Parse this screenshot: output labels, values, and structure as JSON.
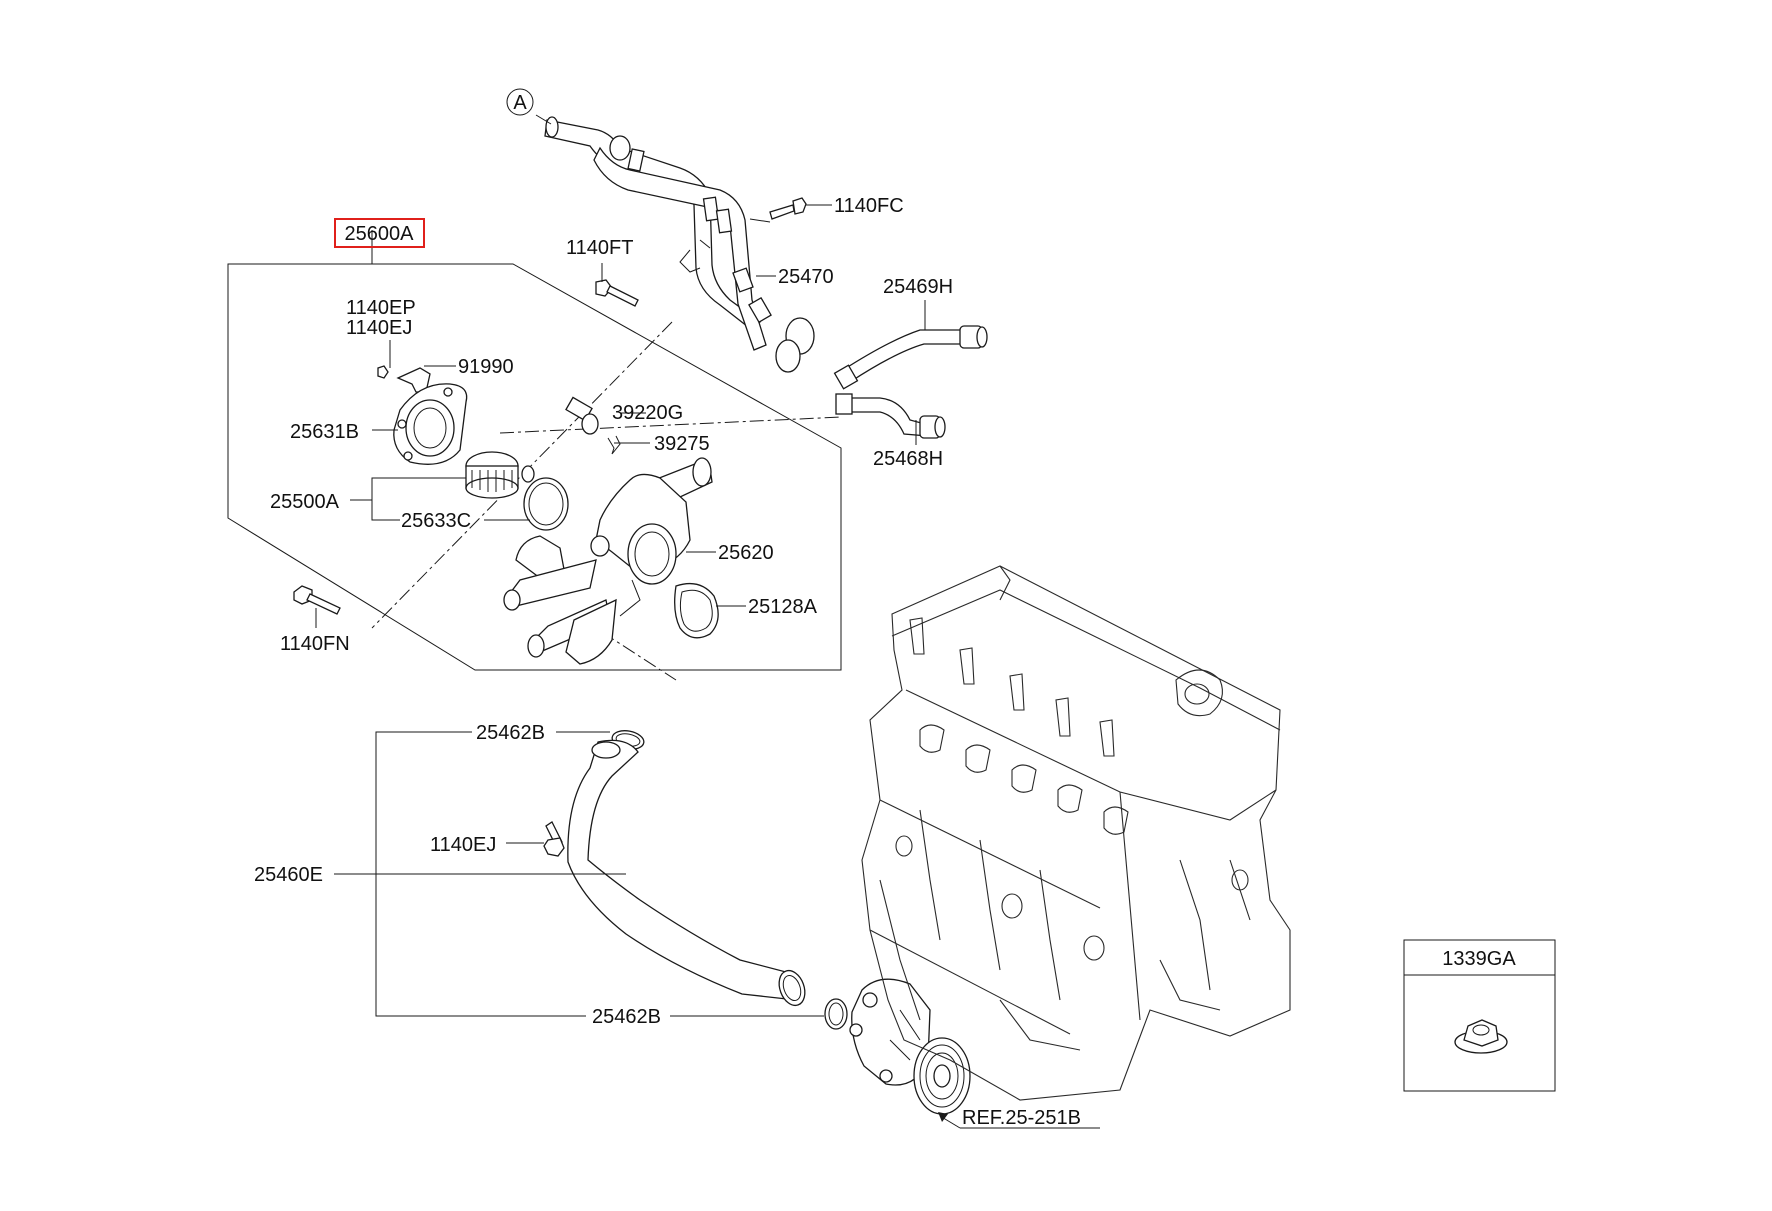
{
  "labels": {
    "callout_a": "A",
    "p25600a": "25600A",
    "p1140fc": "1140FC",
    "p1140ft": "1140FT",
    "p25470": "25470",
    "p25469h": "25469H",
    "p1140ep": "1140EP",
    "p1140ej_top": "1140EJ",
    "p91990": "91990",
    "p39220g": "39220G",
    "p39275": "39275",
    "p25631b": "25631B",
    "p25468h": "25468H",
    "p25500a": "25500A",
    "p25633c": "25633C",
    "p25620": "25620",
    "p25128a": "25128A",
    "p1140fn": "1140FN",
    "p25462b_top": "25462B",
    "p1140ej_bottom": "1140EJ",
    "p25460e": "25460E",
    "p25462b_bottom": "25462B",
    "ref": "REF.25-251B",
    "p1339ga": "1339GA"
  },
  "colors": {
    "line": "#1a1a1a",
    "highlight": "#e0201b",
    "background": "#ffffff"
  }
}
